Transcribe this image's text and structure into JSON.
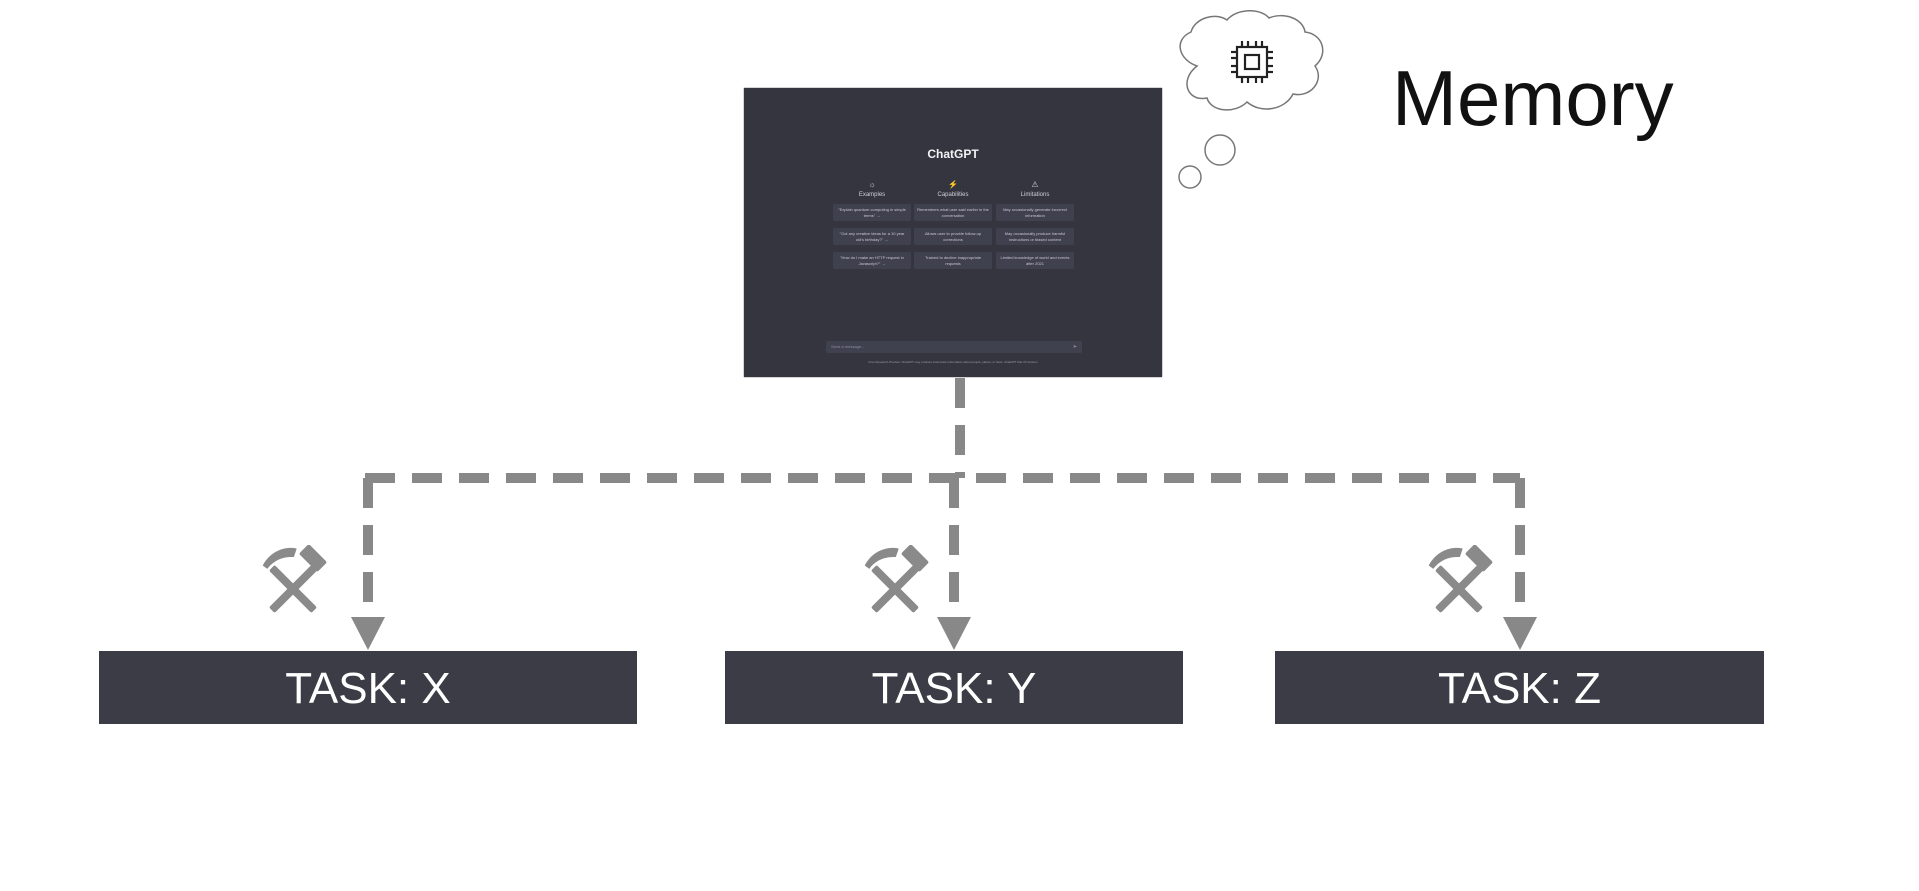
{
  "chatgpt": {
    "title": "ChatGPT",
    "columns": [
      {
        "icon": "sun-icon",
        "glyph": "☼",
        "heading": "Examples",
        "cards": [
          "\"Explain quantum computing in simple terms\" →",
          "\"Got any creative ideas for a 10 year old's birthday?\" →",
          "\"How do I make an HTTP request in Javascript?\" →"
        ]
      },
      {
        "icon": "lightning-icon",
        "glyph": "⚡",
        "heading": "Capabilities",
        "cards": [
          "Remembers what user said earlier in the conversation",
          "Allows user to provide follow-up corrections",
          "Trained to decline inappropriate requests"
        ]
      },
      {
        "icon": "warning-icon",
        "glyph": "⚠",
        "heading": "Limitations",
        "cards": [
          "May occasionally generate incorrect information",
          "May occasionally produce harmful instructions or biased content",
          "Limited knowledge of world and events after 2021"
        ]
      }
    ],
    "input_placeholder": "Send a message...",
    "footer": "Free Research Preview. ChatGPT may produce inaccurate information about people, places, or facts. ChatGPT Mar 23 Version"
  },
  "memory": {
    "label": "Memory",
    "icon": "chip-icon"
  },
  "tasks": [
    {
      "label": "TASK: X",
      "icon": "hammer-pick-icon"
    },
    {
      "label": "TASK: Y",
      "icon": "hammer-pick-icon"
    },
    {
      "label": "TASK: Z",
      "icon": "hammer-pick-icon"
    }
  ],
  "colors": {
    "connector": "#888888",
    "task_fill": "#3c3c47",
    "screen_fill": "#353540",
    "tool_icon": "#8a8a8a"
  }
}
